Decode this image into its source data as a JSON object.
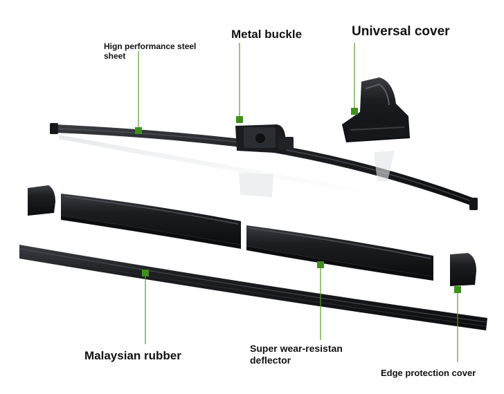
{
  "labels": {
    "steel_sheet": "Hign performance steel sheet",
    "metal_buckle": "Metal buckle",
    "universal_cover": "Universal cover",
    "malaysian_rubber": "Malaysian rubber",
    "deflector": "Super wear-resistan deflector",
    "edge_cover": "Edge protection cover"
  },
  "colors": {
    "marker": "#3f8f1e",
    "leader": "#5a9a2f",
    "part": "#1b1d20",
    "background": "#ffffff"
  }
}
